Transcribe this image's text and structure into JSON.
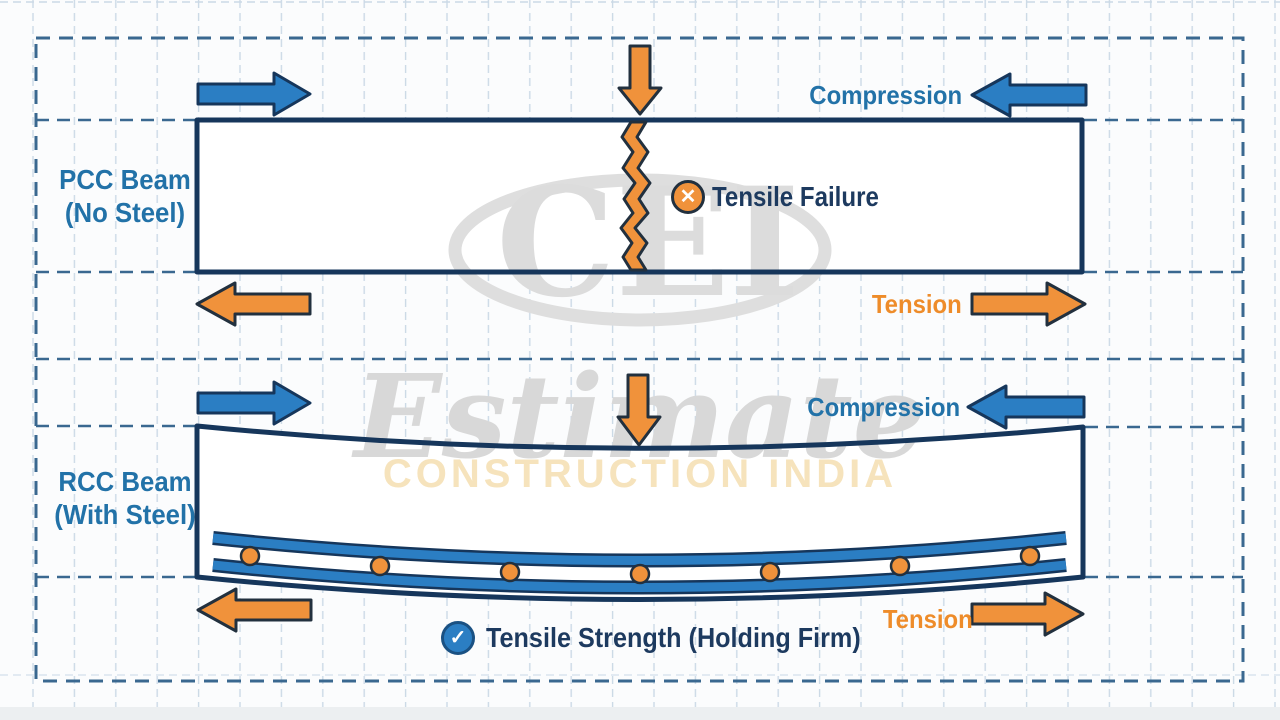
{
  "watermark": {
    "monogram": "CEI",
    "name": "Estimate",
    "subtitle": "CONSTRUCTION INDIA"
  },
  "beam1": {
    "line1": "PCC Beam",
    "line2": "(No Steel)",
    "top_force": "Compression",
    "bottom_force": "Tension",
    "annotation": "Tensile Failure",
    "annotation_icon": "✕"
  },
  "beam2": {
    "line1": "RCC Beam",
    "line2": "(With Steel)",
    "top_force": "Compression",
    "bottom_force": "Tension",
    "annotation": "Tensile Strength (Holding Firm)",
    "annotation_icon": "✓"
  },
  "colors": {
    "blue_fill": "#2B7EC3",
    "orange_fill": "#F0923B",
    "navy_outline": "#16365B",
    "blue_text": "#2272A8",
    "orange_text": "#EE8C2A",
    "navy_text": "#1D3A5F",
    "grid_light": "#CBD9E6",
    "grid_dark": "#3A6890",
    "watermark_gray": "#DCDCDC",
    "watermark_tan": "#F6E3BC"
  }
}
